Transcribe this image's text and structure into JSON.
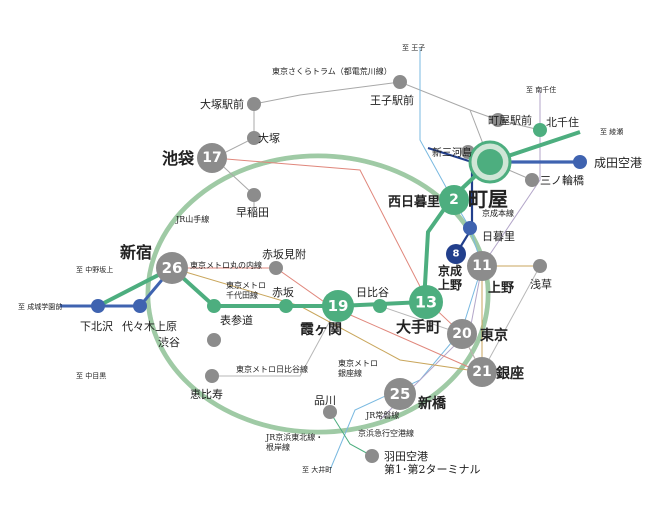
{
  "colors": {
    "green": "#4dae7f",
    "green_light": "#cfe6d6",
    "yamanote": "#9fcaa5",
    "gray_marker": "#8c8c8c",
    "blue": "#3f63b0",
    "blue_dark": "#223f8c",
    "red_line": "#e0877c",
    "gray_line": "#a8a8a8",
    "hibiya": "#b7b7b7",
    "chiyoda": "#4dae7f",
    "ginza": "#c9a65c",
    "light_blue": "#7ab9e0",
    "purple_line": "#b3a6c9"
  },
  "stations": {
    "machiya": "町屋",
    "nishinippori": "西日暮里",
    "otemachi": "大手町",
    "ikebukuro": "池袋",
    "shinjuku": "新宿",
    "kasumigaseki": "霞ヶ関",
    "keisei_ueno": "京成\n上野",
    "ueno": "上野",
    "tokyo": "東京",
    "ginza": "銀座",
    "shinbashi": "新橋",
    "shimokitazawa": "下北沢",
    "yoyogiuehara": "代々木上原",
    "omotesando": "表参道",
    "akasaka": "赤坂",
    "akasakamitsuke": "赤坂見附",
    "hibiya": "日比谷",
    "shibuya": "渋谷",
    "ebisu": "恵比寿",
    "shinagawa": "品川",
    "haneda": "羽田空港\n第1･第2ターミナル",
    "narita": "成田空港",
    "kitasenju": "北千住",
    "machiyaekimae": "町屋駅前",
    "shinmikawashima": "新三河島",
    "minowabashi": "三ノ輪橋",
    "nippori": "日暮里",
    "asakusa": "浅草",
    "otsukaekimae": "大塚駅前",
    "otsuka": "大塚",
    "waseda": "早稲田",
    "ojiekimae": "王子駅前"
  },
  "badges": {
    "machiya": "",
    "nishinippori": "2",
    "otemachi": "13",
    "ikebukuro": "17",
    "shinjuku": "26",
    "kasumigaseki": "19",
    "keisei_ueno": "8",
    "ueno": "11",
    "tokyo": "20",
    "ginza": "21",
    "shinbashi": "25"
  },
  "line_labels": {
    "sakura_tram": "東京さくらトラム（都電荒川線）",
    "yamanote": "JR山手線",
    "marunouchi": "東京メトロ丸の内線",
    "chiyoda": "東京メトロ\n千代田線",
    "hibiya": "東京メトロ日比谷線",
    "ginza": "東京メトロ\n銀座線",
    "keisei": "京成本線",
    "joban": "JR常磐線",
    "keikyu": "京浜急行空港線",
    "keihin_tohoku": "JR京浜東北線・\n根岸線"
  },
  "directions": {
    "oji": "至 王子",
    "minamisenju": "至 南千住",
    "ayase": "至 綾瀬",
    "nakanosakaue": "至 中野坂上",
    "seijogakuen": "至 成城学園前",
    "nakameguro": "至 中目黒",
    "oimachi": "至 大井町"
  }
}
